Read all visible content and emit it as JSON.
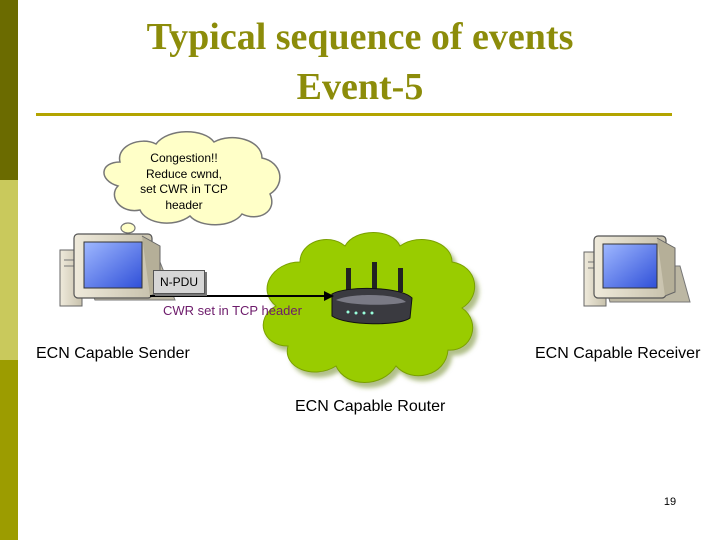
{
  "title": {
    "line1": "Typical sequence of events",
    "line2": "Event-5"
  },
  "thought_bubble": {
    "text": "Congestion!!\nReduce cwnd,\nset CWR in TCP\nheader"
  },
  "packet": {
    "label": "N-PDU"
  },
  "arrow_label": "CWR set in TCP header",
  "nodes": {
    "sender": "ECN Capable Sender",
    "receiver": "ECN Capable Receiver",
    "router": "ECN Capable Router"
  },
  "page_number": "19",
  "colors": {
    "title": "#8c8c0a",
    "cloud": "#99cc00",
    "arrow_label": "#6d1b6b",
    "accent_bar": "#b3a400"
  },
  "icons": [
    "sender-computer-icon",
    "receiver-computer-icon",
    "router-icon",
    "network-cloud-icon",
    "thought-bubble-icon"
  ]
}
